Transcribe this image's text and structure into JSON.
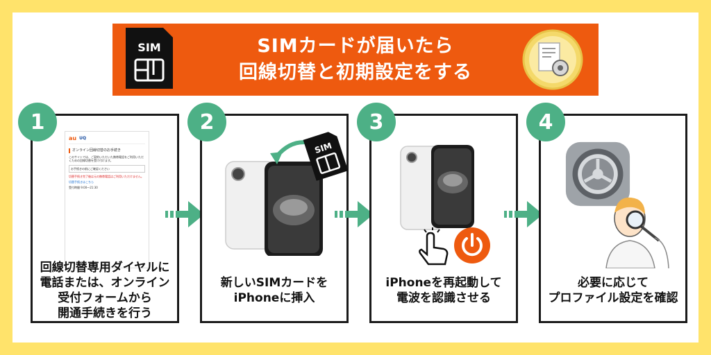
{
  "banner": {
    "title_line1": "SIMカードが届いたら",
    "title_line2": "回線切替と初期設定をする",
    "sim_label": "SIM",
    "color": "#EE5A0F"
  },
  "steps": [
    {
      "number": "1",
      "lines": [
        "回線切替専用ダイヤルに",
        "電話または、オンライン",
        "受付フォームから",
        "開通手続きを行う"
      ],
      "screenshot": {
        "brand_au": "au",
        "brand_uq": "UQ",
        "heading": "オンライン回線切替のお手続き",
        "line1": "このサイトでは、ご契約いただいた携帯電話をご利用いただくための回線切替を受け付けます。",
        "box": "お手続きの前にご確認ください",
        "red": "切替手続き完了後は元の携帯電話はご利用いただけません。",
        "link": "切替手続きはこちら",
        "hours": "受付時間 9:00〜21:30"
      }
    },
    {
      "number": "2",
      "lines": [
        "新しいSIMカードを",
        "iPhoneに挿入"
      ],
      "sim_label": "SIM"
    },
    {
      "number": "3",
      "lines": [
        "iPhoneを再起動して",
        "電波を認識させる"
      ]
    },
    {
      "number": "4",
      "lines": [
        "必要に応じて",
        "プロファイル設定を確認"
      ]
    }
  ],
  "colors": {
    "background": "#FFE36B",
    "accent_green": "#4DB086",
    "power_button": "#EE5A0F"
  },
  "icons": [
    "sim-card-icon",
    "document-gear-icon",
    "arrow-right-icon",
    "power-icon",
    "tap-hand-icon",
    "settings-gear-icon",
    "magnifier-person-icon"
  ]
}
